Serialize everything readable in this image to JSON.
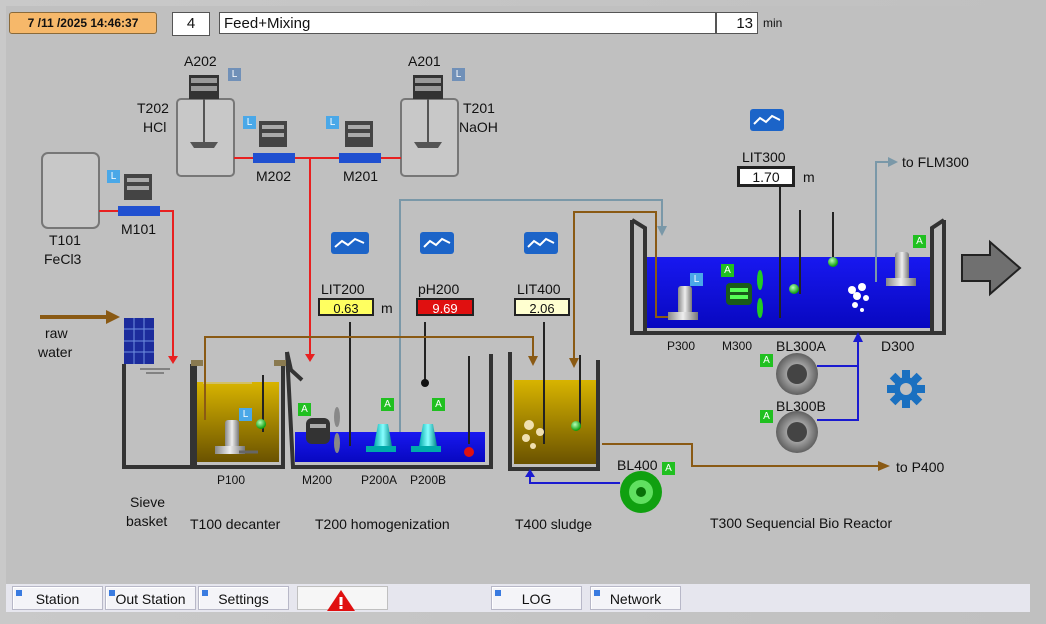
{
  "header": {
    "datetime": "7 /11 /2025  14:46:37",
    "step_number": "4",
    "step_name": "Feed+Mixing",
    "step_minutes": "13",
    "minutes_unit": "min"
  },
  "equipment": {
    "A202": "A202",
    "A201": "A201",
    "T202": "T202",
    "T202_sub": "HCl",
    "T201": "T201",
    "T201_sub": "NaOH",
    "T101": "T101",
    "T101_sub": "FeCl3",
    "M101": "M101",
    "M202": "M202",
    "M201": "M201",
    "raw_water_1": "raw",
    "raw_water_2": "water",
    "P100": "P100",
    "M200": "M200",
    "P200A": "P200A",
    "P200B": "P200B",
    "P300": "P300",
    "M300": "M300",
    "BL300A": "BL300A",
    "BL300B": "BL300B",
    "D300": "D300",
    "BL400": "BL400",
    "to_flm300": "to FLM300",
    "to_p400": "to P400"
  },
  "instruments": {
    "LIT200": {
      "tag": "LIT200",
      "value": "0.63",
      "unit": "m"
    },
    "pH200": {
      "tag": "pH200",
      "value": "9.69"
    },
    "LIT400": {
      "tag": "LIT400",
      "value": "2.06"
    },
    "LIT300": {
      "tag": "LIT300",
      "value": "1.70",
      "unit": "m"
    }
  },
  "tank_labels": {
    "sieve_1": "Sieve",
    "sieve_2": "basket",
    "t100": "T100 decanter",
    "t200": "T200 homogenization",
    "t400": "T400 sludge",
    "t300": "T300 Sequencial Bio Reactor"
  },
  "badges": {
    "local": "L",
    "auto": "A"
  },
  "nav": {
    "station": "Station",
    "out_station": "Out Station",
    "settings": "Settings",
    "log": "LOG",
    "network": "Network"
  },
  "colors": {
    "water": "#1010e0",
    "sludge": "#c8a000",
    "pipe_red": "#e82020",
    "pipe_brown": "#8a5a14",
    "pipe_blue": "#1a1ad0",
    "pipe_grey": "#7a98a8",
    "alarm_value": "#e01010",
    "value_yellow": "#ffff60"
  }
}
